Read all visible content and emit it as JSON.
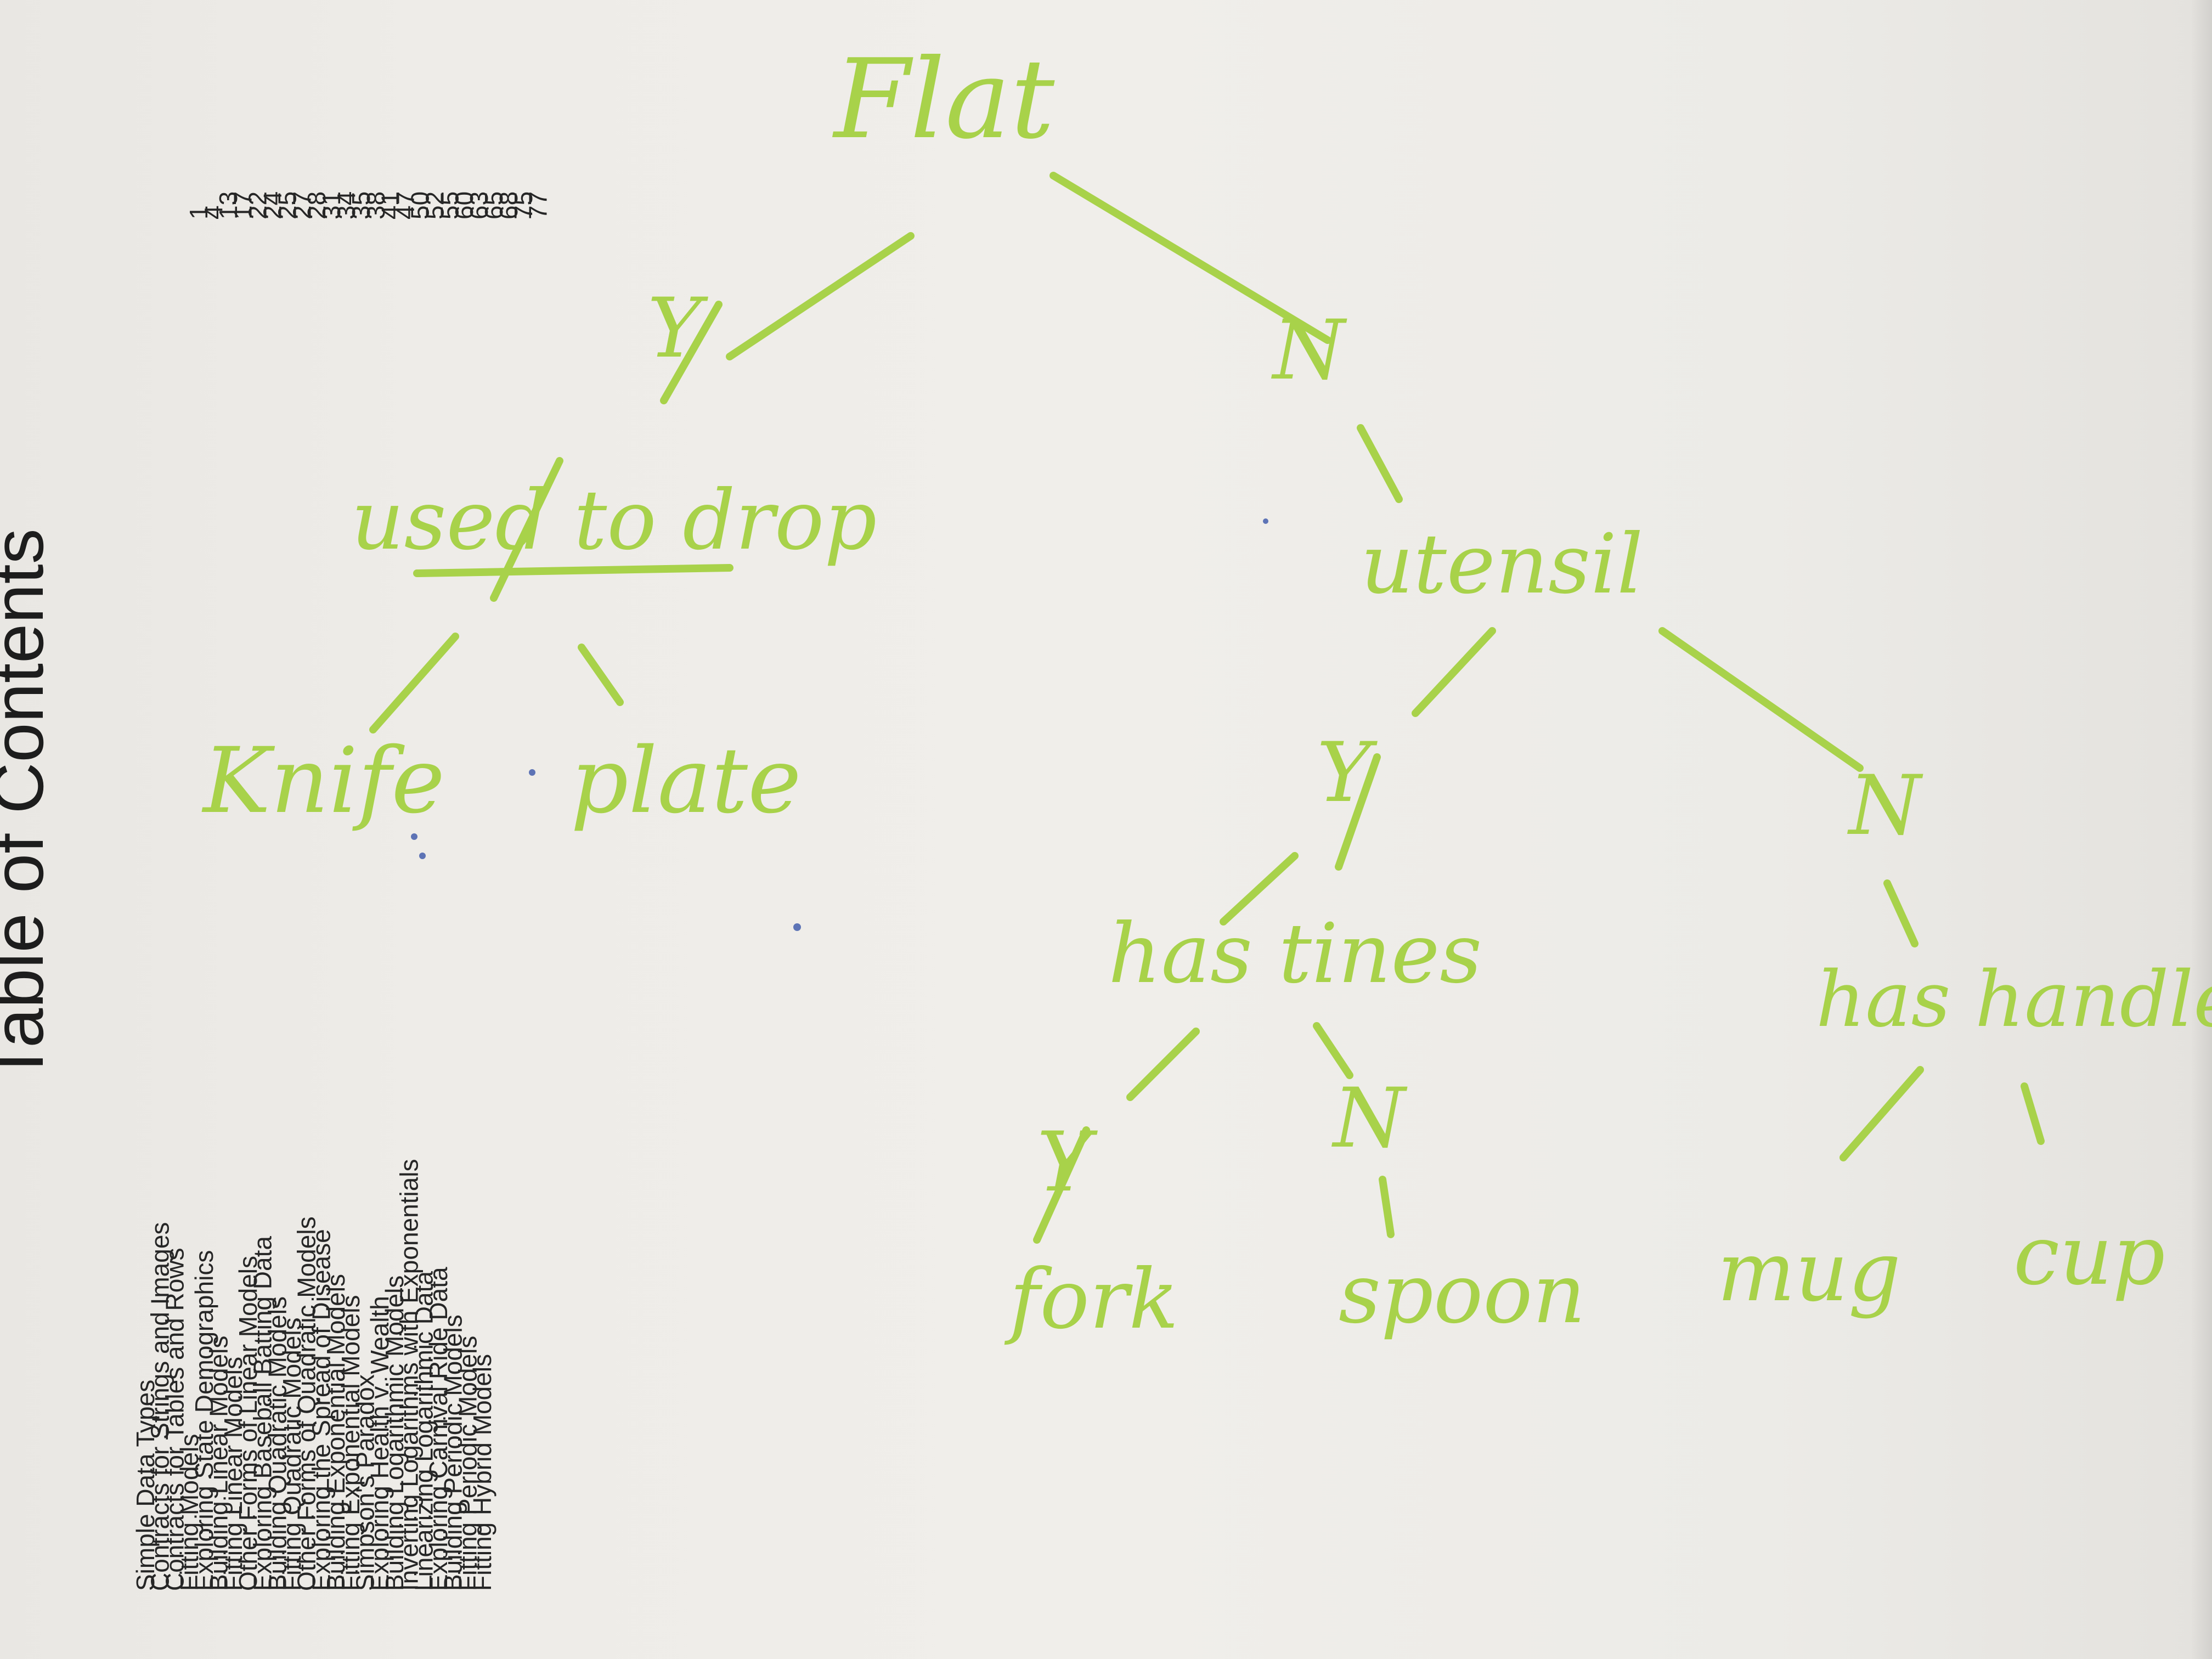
{
  "toc": {
    "title": "Table of Contents",
    "entries": [
      {
        "title": "Simple Data Types",
        "page": "1"
      },
      {
        "title": "Contracts for Strings and Images",
        "page": "4"
      },
      {
        "title": "Contracts for Tables and Rows",
        "page": "13"
      },
      {
        "title": "Fitting Models",
        "page": "17"
      },
      {
        "title": "Exploring State Demographics",
        "page": "22"
      },
      {
        "title": "Building Linear Models",
        "page": "24"
      },
      {
        "title": "Fitting Linear Models",
        "page": "25"
      },
      {
        "title": "Other Forms of Linear Models",
        "page": "27"
      },
      {
        "title": "Exploring Baseball Batting Data",
        "page": "28"
      },
      {
        "title": "Building Quadratic Models",
        "page": "31"
      },
      {
        "title": "Fitting Quadratic Models",
        "page": "34"
      },
      {
        "title": "Other Forms of Quadratic Models",
        "page": "35"
      },
      {
        "title": "Exploring the Spread of Disease",
        "page": "38"
      },
      {
        "title": "Building Exponential Models",
        "page": "41"
      },
      {
        "title": "Fitting Exponential Models",
        "page": "47"
      },
      {
        "title": "Simpson's Paradox",
        "page": "50"
      },
      {
        "title": "Exploring Health v. Wealth",
        "page": "52"
      },
      {
        "title": "Building Logarithmic Models",
        "page": "55"
      },
      {
        "title": "Inverting Logarithms with Exponentials",
        "page": "60"
      },
      {
        "title": "Linearizing Logarithmic Data",
        "page": "63"
      },
      {
        "title": "Exploring Carnival Ride Data",
        "page": "65"
      },
      {
        "title": "Building Periodic Models",
        "page": "68"
      },
      {
        "title": "Fitting Periodic Models",
        "page": "75"
      },
      {
        "title": "Fitting Hybrid Models",
        "page": "77"
      }
    ]
  },
  "tree": {
    "ink_color": "#a8d24a",
    "root": "Flat",
    "node_used_to_drop": "used to drop",
    "node_utensil": "utensil",
    "node_has_tines": "has tines",
    "node_has_handle": "has handle",
    "leaf_knife": "Knife",
    "leaf_plate": "plate",
    "leaf_fork": "fork",
    "leaf_spoon": "spoon",
    "leaf_mug": "mug",
    "leaf_cup": "cup",
    "branch_yes": "Y",
    "branch_no": "N"
  }
}
